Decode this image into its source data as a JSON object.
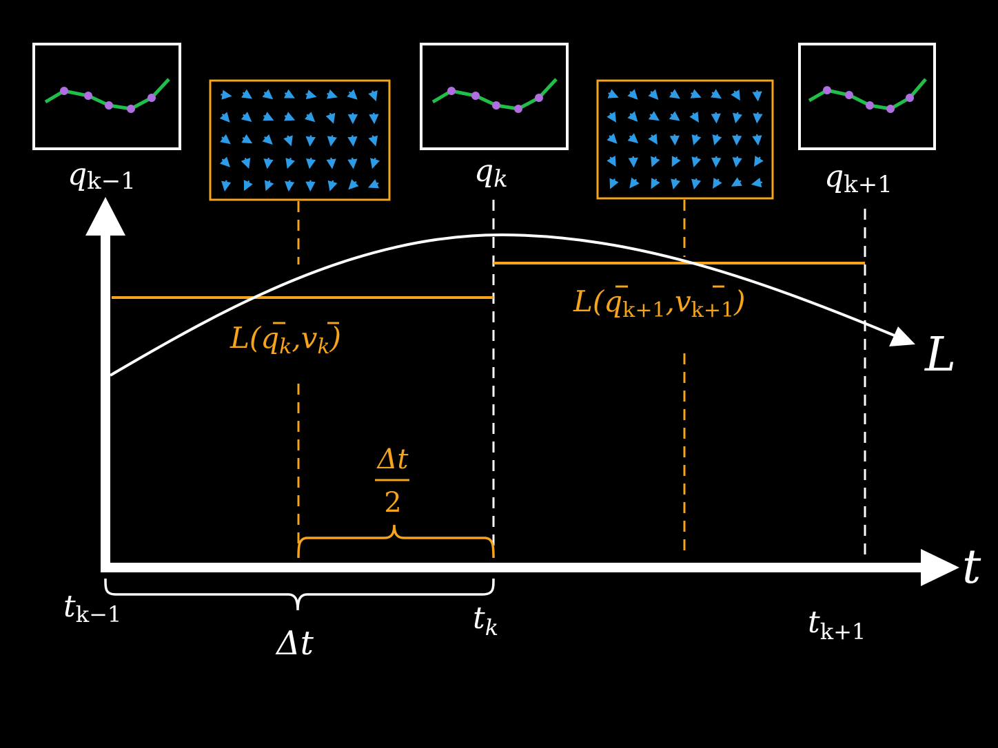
{
  "colors": {
    "background": "#000000",
    "axis": "#ffffff",
    "accent": "#f5a41c",
    "frame_white": "#ffffff",
    "curve_green": "#1fbf4a",
    "node_purple": "#b06fe0",
    "arrow_blue": "#2e9be6"
  },
  "config_labels": {
    "q_prev": {
      "base": "q",
      "sub": "k−1"
    },
    "q_curr": {
      "base": "q",
      "sub": "k"
    },
    "q_next": {
      "base": "q",
      "sub": "k+1"
    }
  },
  "lagrangian_labels": {
    "first": {
      "prefix": "L(",
      "q": "q",
      "q_sub": "k",
      "sep": ",",
      "v": "v",
      "v_sub": "k",
      "suffix": ")"
    },
    "second": {
      "prefix": "L(",
      "q": "q",
      "q_sub": "k+1",
      "sep": ",",
      "v": "v",
      "v_sub": "k+1",
      "suffix": ")"
    }
  },
  "axes": {
    "x_label": "t",
    "curve_label": "L"
  },
  "time_labels": {
    "t_prev": {
      "base": "t",
      "sub": "k−1"
    },
    "t_curr": {
      "base": "t",
      "sub": "k"
    },
    "t_next": {
      "base": "t",
      "sub": "k+1"
    }
  },
  "interval_labels": {
    "delta_t": "Δt",
    "half_num": "Δt",
    "half_den": "2"
  }
}
